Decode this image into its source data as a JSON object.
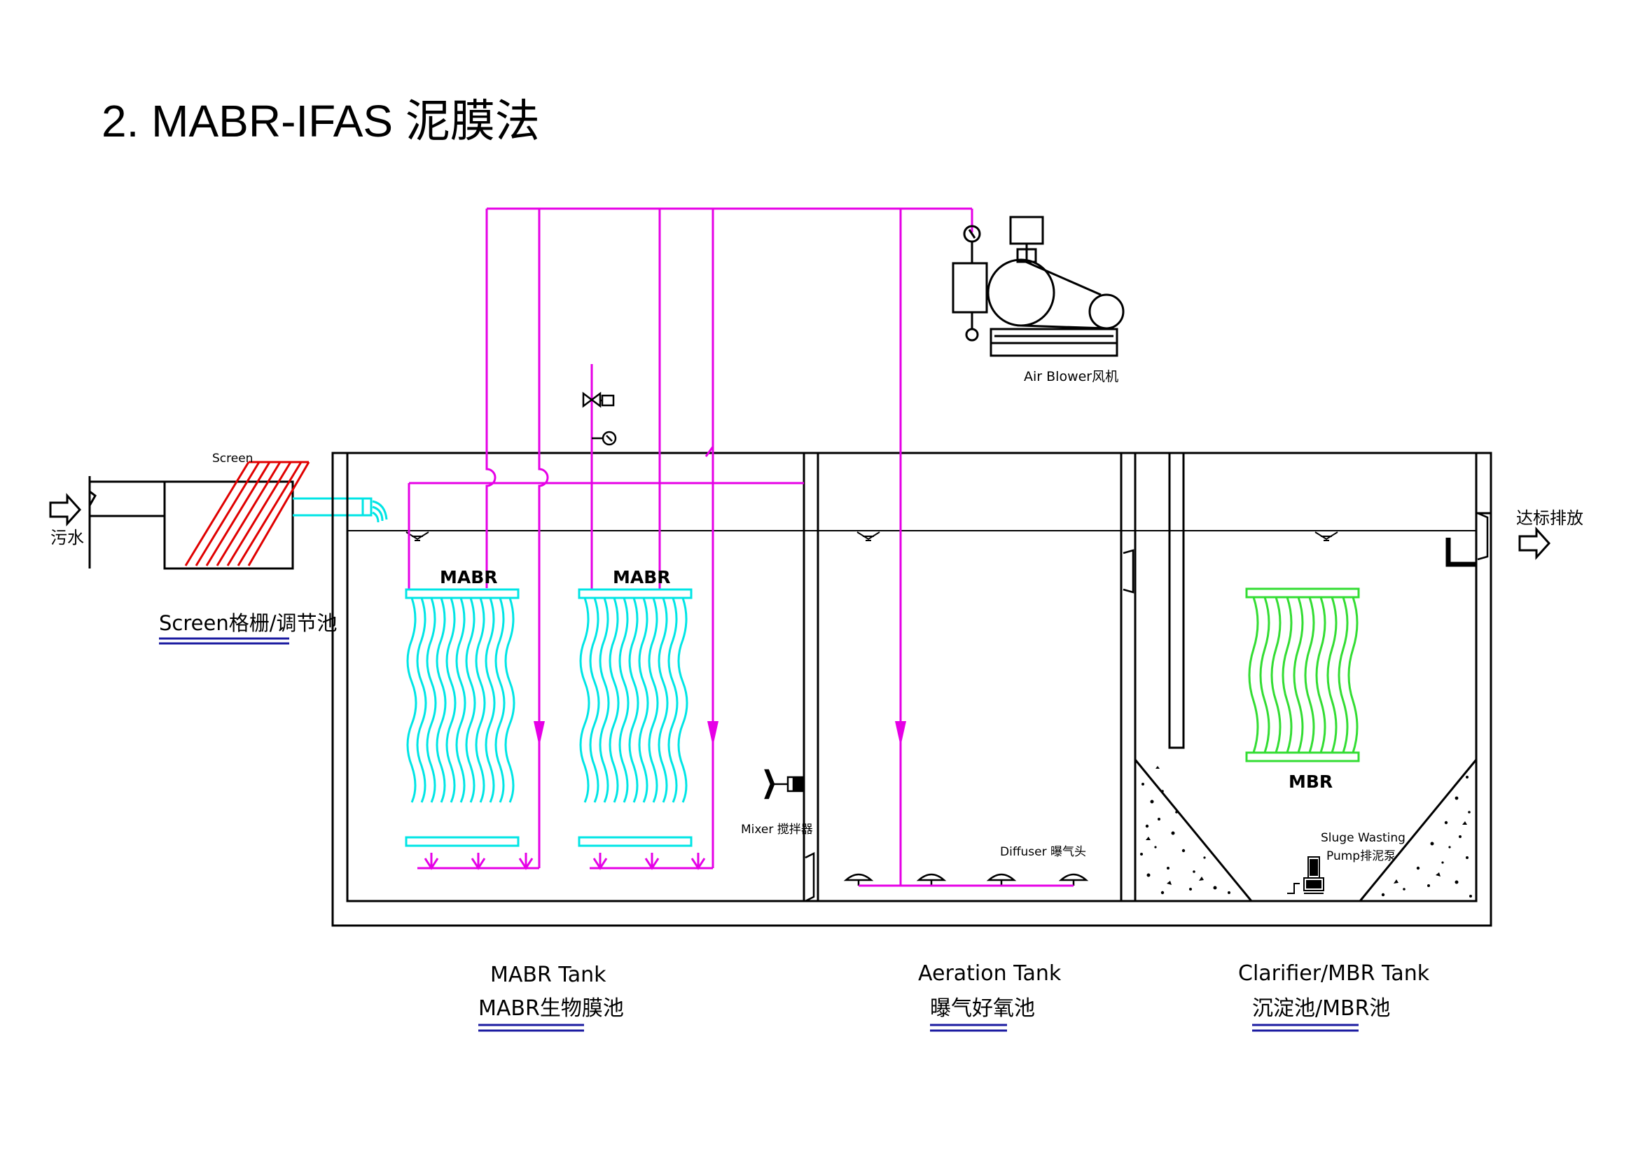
{
  "title": "2.  MABR-IFAS 泥膜法",
  "labels": {
    "inlet": "污水",
    "screen": "Screen",
    "screen_caption": "Screen格栅/调节池",
    "air_blower": "Air Blower风机",
    "mabr_module_1": "MABR",
    "mabr_module_2": "MABR",
    "mbr_module": "MBR",
    "mixer": "Mixer 搅拌器",
    "diffuser": "Diffuser 曝气头",
    "pump_line1": "Sluge Wasting",
    "pump_line2": "Pump排泥泵",
    "outlet": "达标排放"
  },
  "captions": {
    "mabr_en": "MABR Tank",
    "mabr_cn": "MABR生物膜池",
    "aer_en": "Aeration Tank",
    "aer_cn": "曝气好氧池",
    "clar_en": "Clarifier/MBR Tank",
    "clar_cn": "沉淀池/MBR池"
  },
  "colors": {
    "air_line": "#e600e6",
    "water_line": "#00e5e5",
    "mbr_green": "#33dd33",
    "screen_red": "#e00000",
    "caption_underline": "#1a1aa0",
    "outline": "#000000"
  }
}
